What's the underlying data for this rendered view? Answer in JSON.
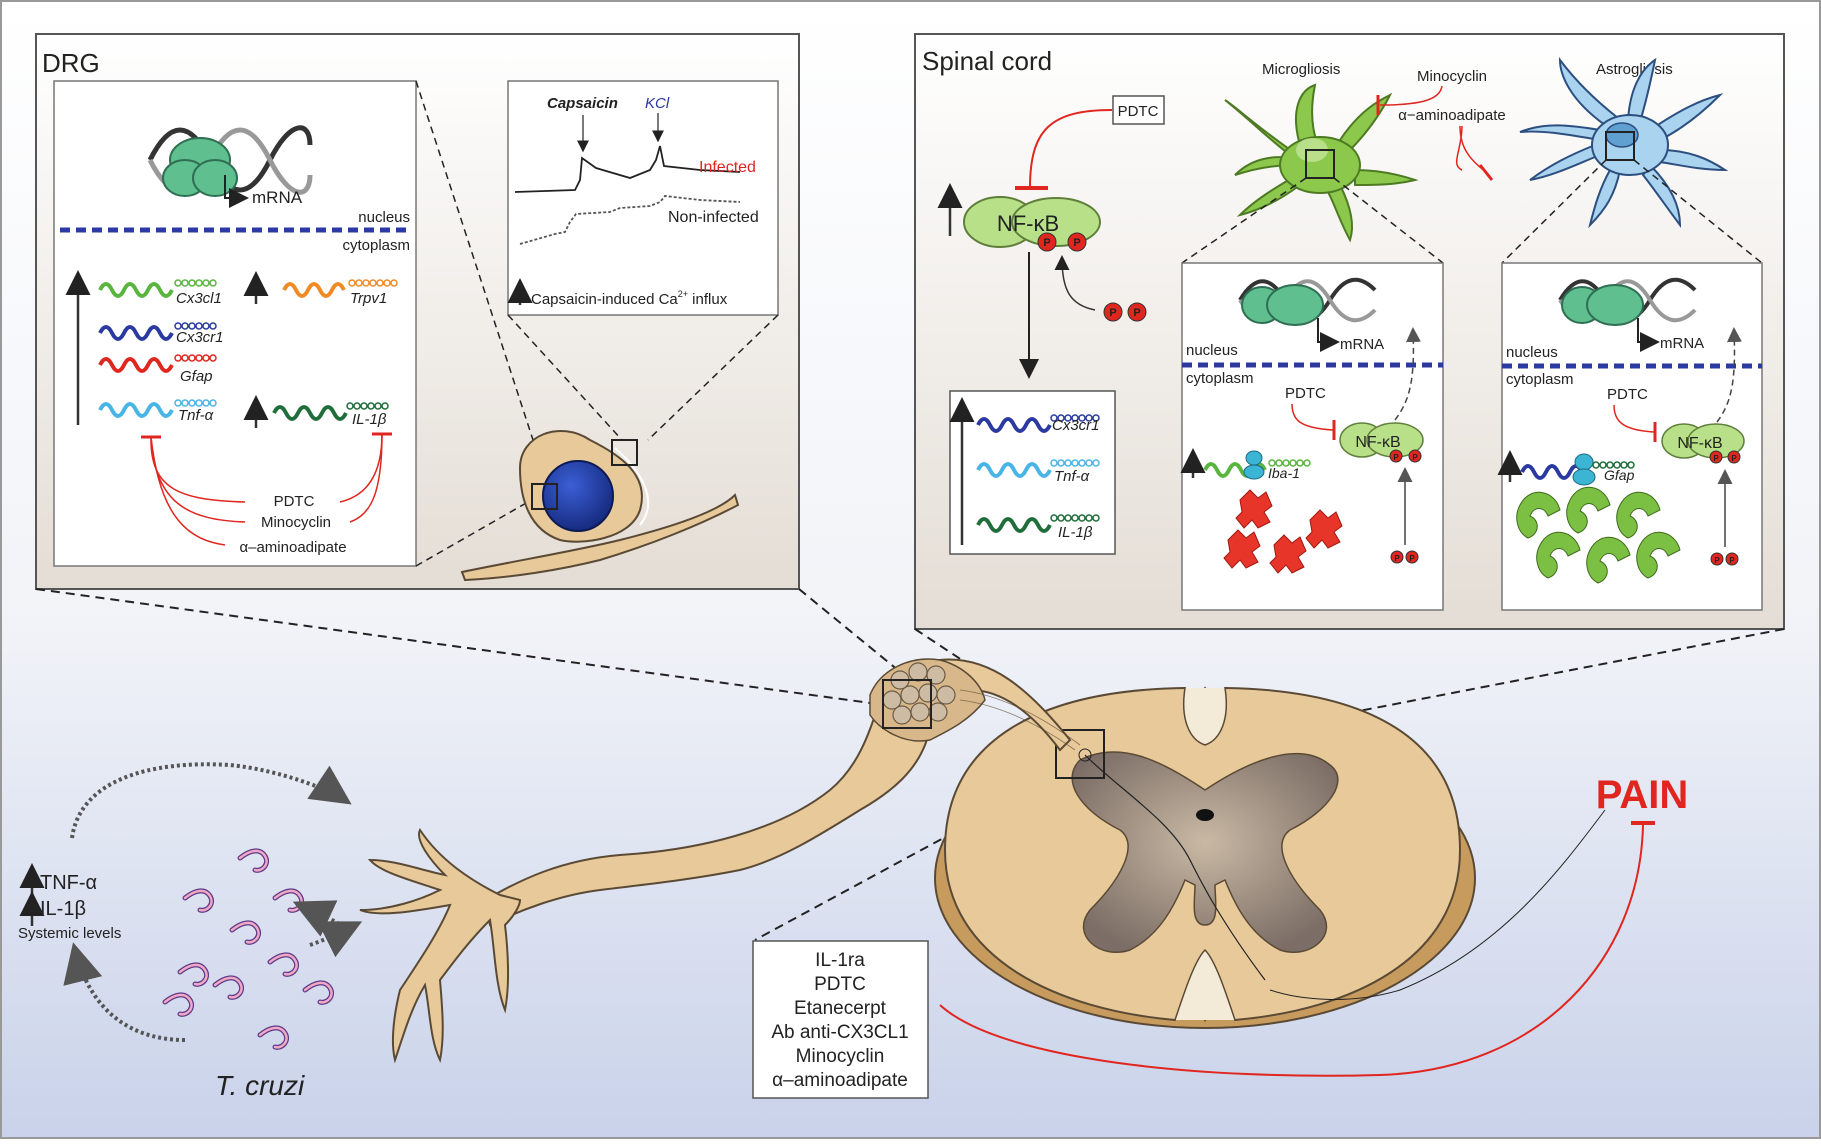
{
  "colors": {
    "bg_top": "#ffffff",
    "bg_bottom": "#c9d2ea",
    "tissue": "#e8c99a",
    "tissue_edge": "#5a4a35",
    "grey_matter": "#8f7f76",
    "nucleus_blue": "#1f3a9e",
    "inhibit_red": "#e0261f",
    "microglia": "#8cc84b",
    "astro": "#a9d3ee",
    "nfkb_green": "#b8e089",
    "dna_grey": "#8a8a8a",
    "pain_red": "#e0261f"
  },
  "drg": {
    "title": "DRG",
    "mrna": "mRNA",
    "nucleus": "nucleus",
    "cytoplasm": "cytoplasm",
    "genes": {
      "cx3cl1": "Cx3cl1",
      "cx3cr1": "Cx3cr1",
      "gfap": "Gfap",
      "tnf": "Tnf-α",
      "trpv1": "Trpv1",
      "il1b": "IL-1β"
    },
    "drugs": {
      "pdtc": "PDTC",
      "minocyclin": "Minocyclin",
      "aminoadipate": "α–aminoadipate"
    },
    "calcium": {
      "capsaicin": "Capsaicin",
      "kcl": "KCl",
      "infected": "Infected",
      "non_infected": "Non-infected",
      "influx_pre": "Capsaicin-induced Ca",
      "influx_sup": "2+",
      "influx_post": " influx"
    }
  },
  "spinal": {
    "title": "Spinal cord",
    "pdtc": "PDTC",
    "nfkb": "NF-κB",
    "p": "P",
    "genes": {
      "cx3cr1": "Cx3cr1",
      "tnf": "Tnf-α",
      "il1b": "IL-1β"
    },
    "microgliosis": "Microgliosis",
    "astrogliosis": "Astrogliosis",
    "minocyclin": "Minocyclin",
    "aminoadipate": "α−aminoadipate",
    "micro_panel": {
      "nucleus": "nucleus",
      "cytoplasm": "cytoplasm",
      "mrna": "mRNA",
      "pdtc": "PDTC",
      "nfkb": "NF-κB",
      "gene": "Iba-1"
    },
    "astro_panel": {
      "nucleus": "nucleus",
      "cytoplasm": "cytoplasm",
      "mrna": "mRNA",
      "pdtc": "PDTC",
      "nfkb": "NF-κB",
      "gene": "Gfap"
    }
  },
  "systemic": {
    "tnf": "TNF-α",
    "il1b": "IL-1β",
    "label": "Systemic levels"
  },
  "parasite": "T. cruzi",
  "treatments": [
    "IL-1ra",
    "PDTC",
    "Etanecerpt",
    "Ab anti-CX3CL1",
    "Minocyclin",
    "α–aminoadipate"
  ],
  "pain": "PAIN"
}
